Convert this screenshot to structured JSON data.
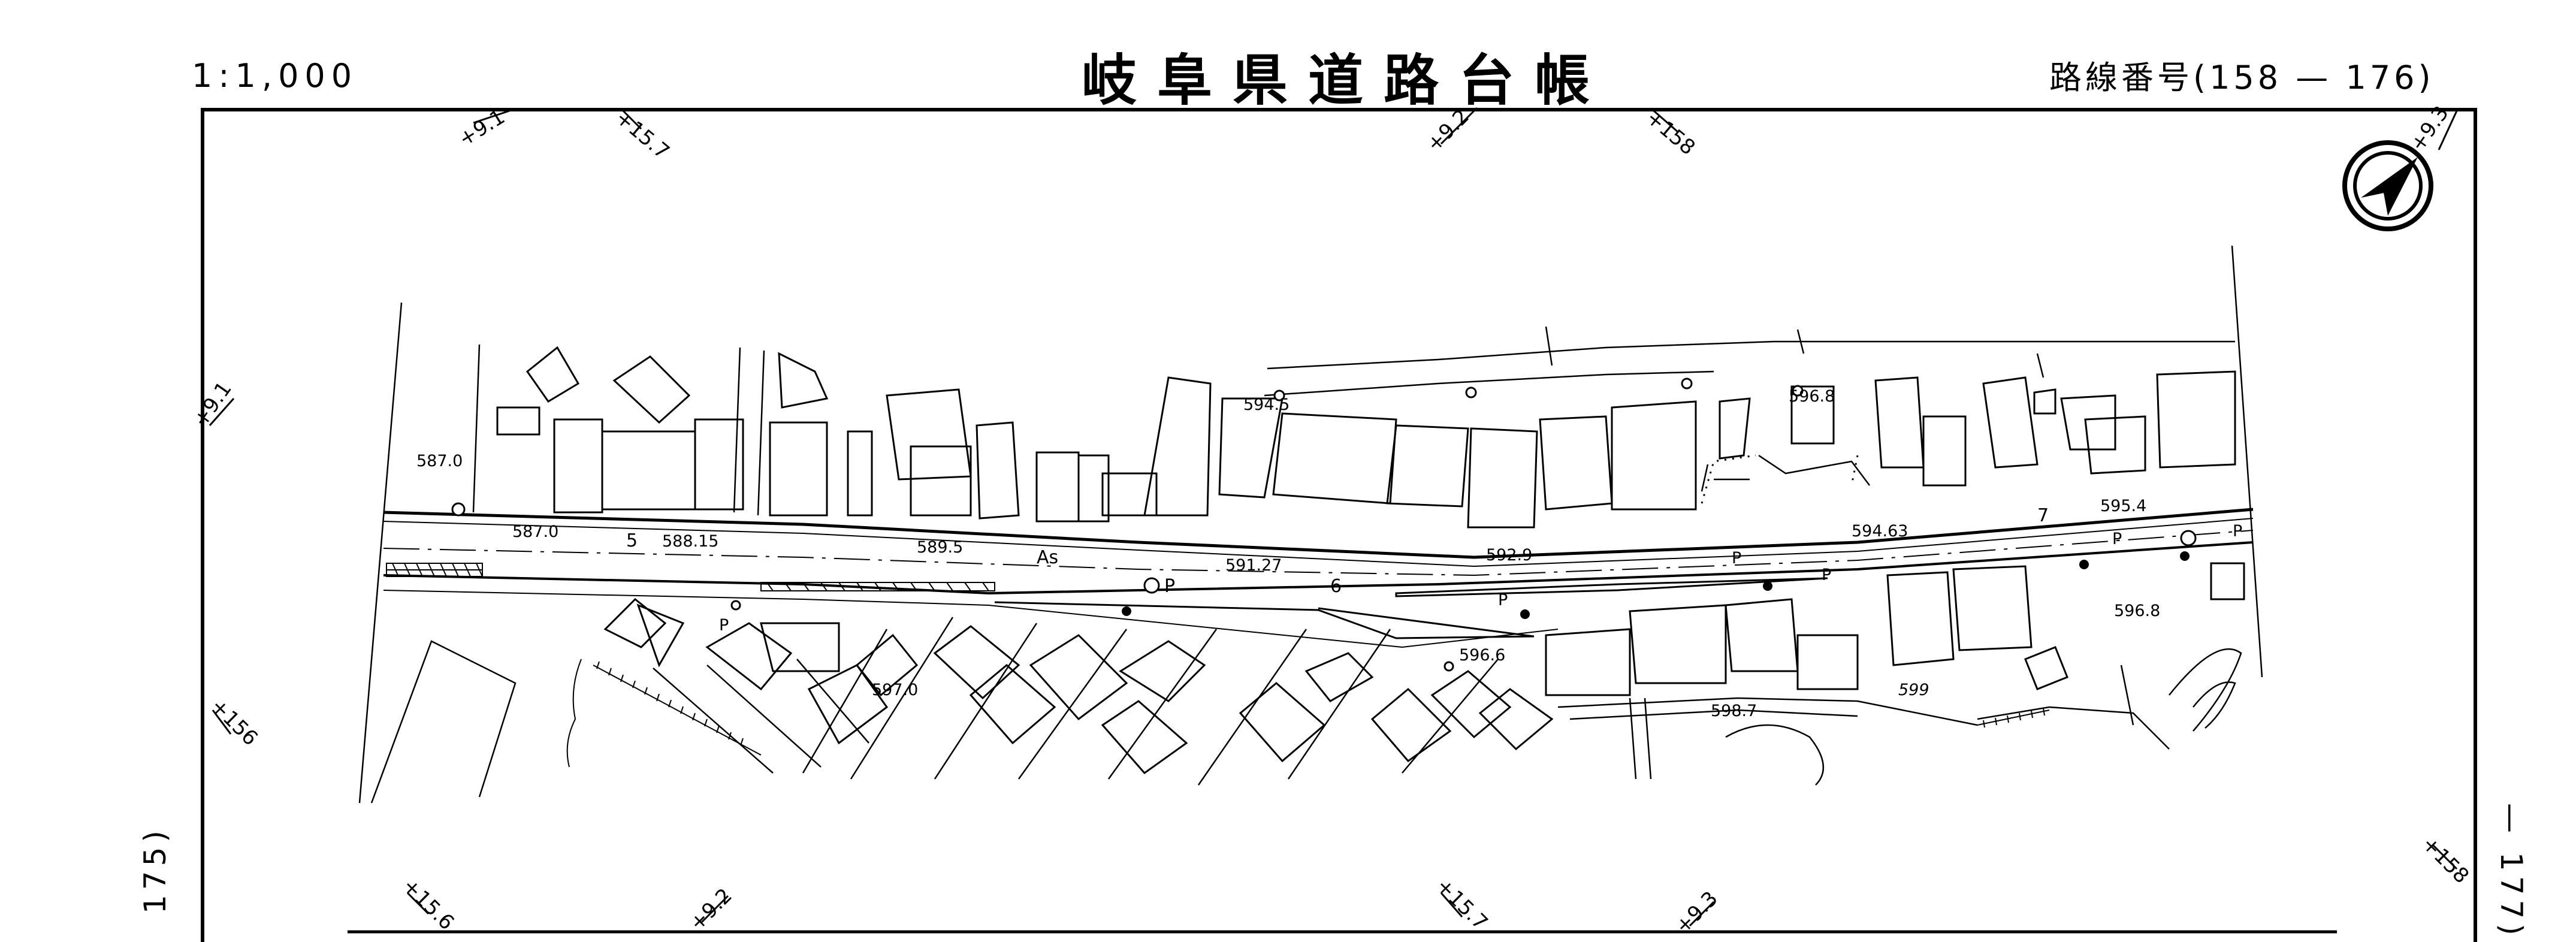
{
  "header": {
    "scale": "1:1,000",
    "title": "岐阜県道路台帳",
    "route_number": "路線番号(158 — 176)"
  },
  "margins": {
    "left_continuation": "175)",
    "right_continuation": "— 177)"
  },
  "stations": {
    "top_1": "+9.1",
    "top_2": "+15.7",
    "top_3": "+9.2",
    "top_4": "+158",
    "top_5": "+9.3",
    "left_1": "+9.1",
    "left_2": "+156",
    "bottom_1": "+15.6",
    "bottom_2": "+9.2",
    "bottom_3": "+15.7",
    "bottom_4": "+9.3",
    "right_1": "+158"
  },
  "elevations": {
    "e1": "587.0",
    "e2": "587.0",
    "e3": "588.15",
    "e4": "589.5",
    "e5": "591.27",
    "e6": "592.9",
    "e7": "594.5",
    "e8": "596.8",
    "e9": "594.63",
    "e10": "595.4",
    "e11": "596.8",
    "e12": "597.0",
    "e13": "596.6",
    "e14": "598.7",
    "e15": "599"
  },
  "road_labels": {
    "width_5": "5",
    "width_6": "6",
    "width_7": "7",
    "surface": "As",
    "parking_1": "P",
    "parking_2": "P",
    "parking_3": "P",
    "parking_4": "P",
    "parking_5": "P",
    "parking_6": "P",
    "parking_7": "P"
  },
  "colors": {
    "ink": "#000000",
    "paper": "#ffffff"
  },
  "icons": {
    "north": "north-arrow-icon"
  }
}
